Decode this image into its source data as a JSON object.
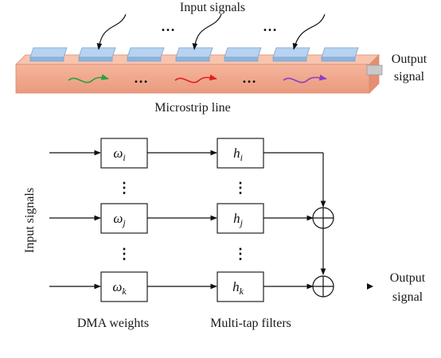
{
  "top_panel": {
    "input_label": "Input signals",
    "ellipsis": "…",
    "microstrip_label": "Microstrip line",
    "output_label_line1": "Output",
    "output_label_line2": "signal",
    "element_color": "#a9c9ec",
    "strip_color": "#f2a98f",
    "wave_colors": [
      "#2aa040",
      "#e02020",
      "#8a3fc0"
    ]
  },
  "bottom_panel": {
    "input_label": "Input signals",
    "vdots": "⋮",
    "weights": [
      {
        "symbol": "ω",
        "sub": "i"
      },
      {
        "symbol": "ω",
        "sub": "j"
      },
      {
        "symbol": "ω",
        "sub": "k"
      }
    ],
    "filters": [
      {
        "symbol": "h",
        "sub": "i"
      },
      {
        "symbol": "h",
        "sub": "j"
      },
      {
        "symbol": "h",
        "sub": "k"
      }
    ],
    "weights_caption": "DMA weights",
    "filters_caption": "Multi-tap filters",
    "output_label_line1": "Output",
    "output_label_line2": "signal"
  }
}
